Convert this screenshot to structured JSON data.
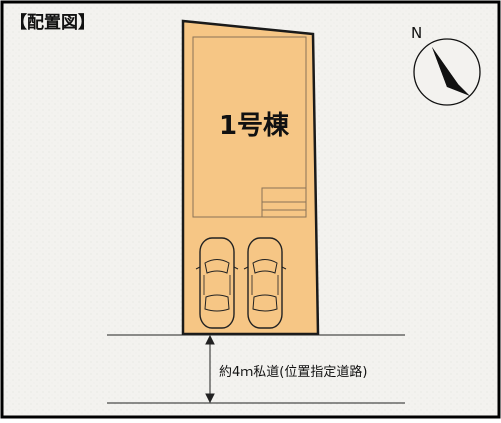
{
  "title": "【配置図】",
  "building_label": "1号棟",
  "road_label": "約4ｍ私道(位置指定道路)",
  "compass": {
    "letter": "N"
  },
  "colors": {
    "lot_fill": "#f6c685",
    "lot_border": "#1a1a1a",
    "frame": "#000000",
    "paper": "#f2f1ee"
  },
  "parking": {
    "car_count": 2
  }
}
